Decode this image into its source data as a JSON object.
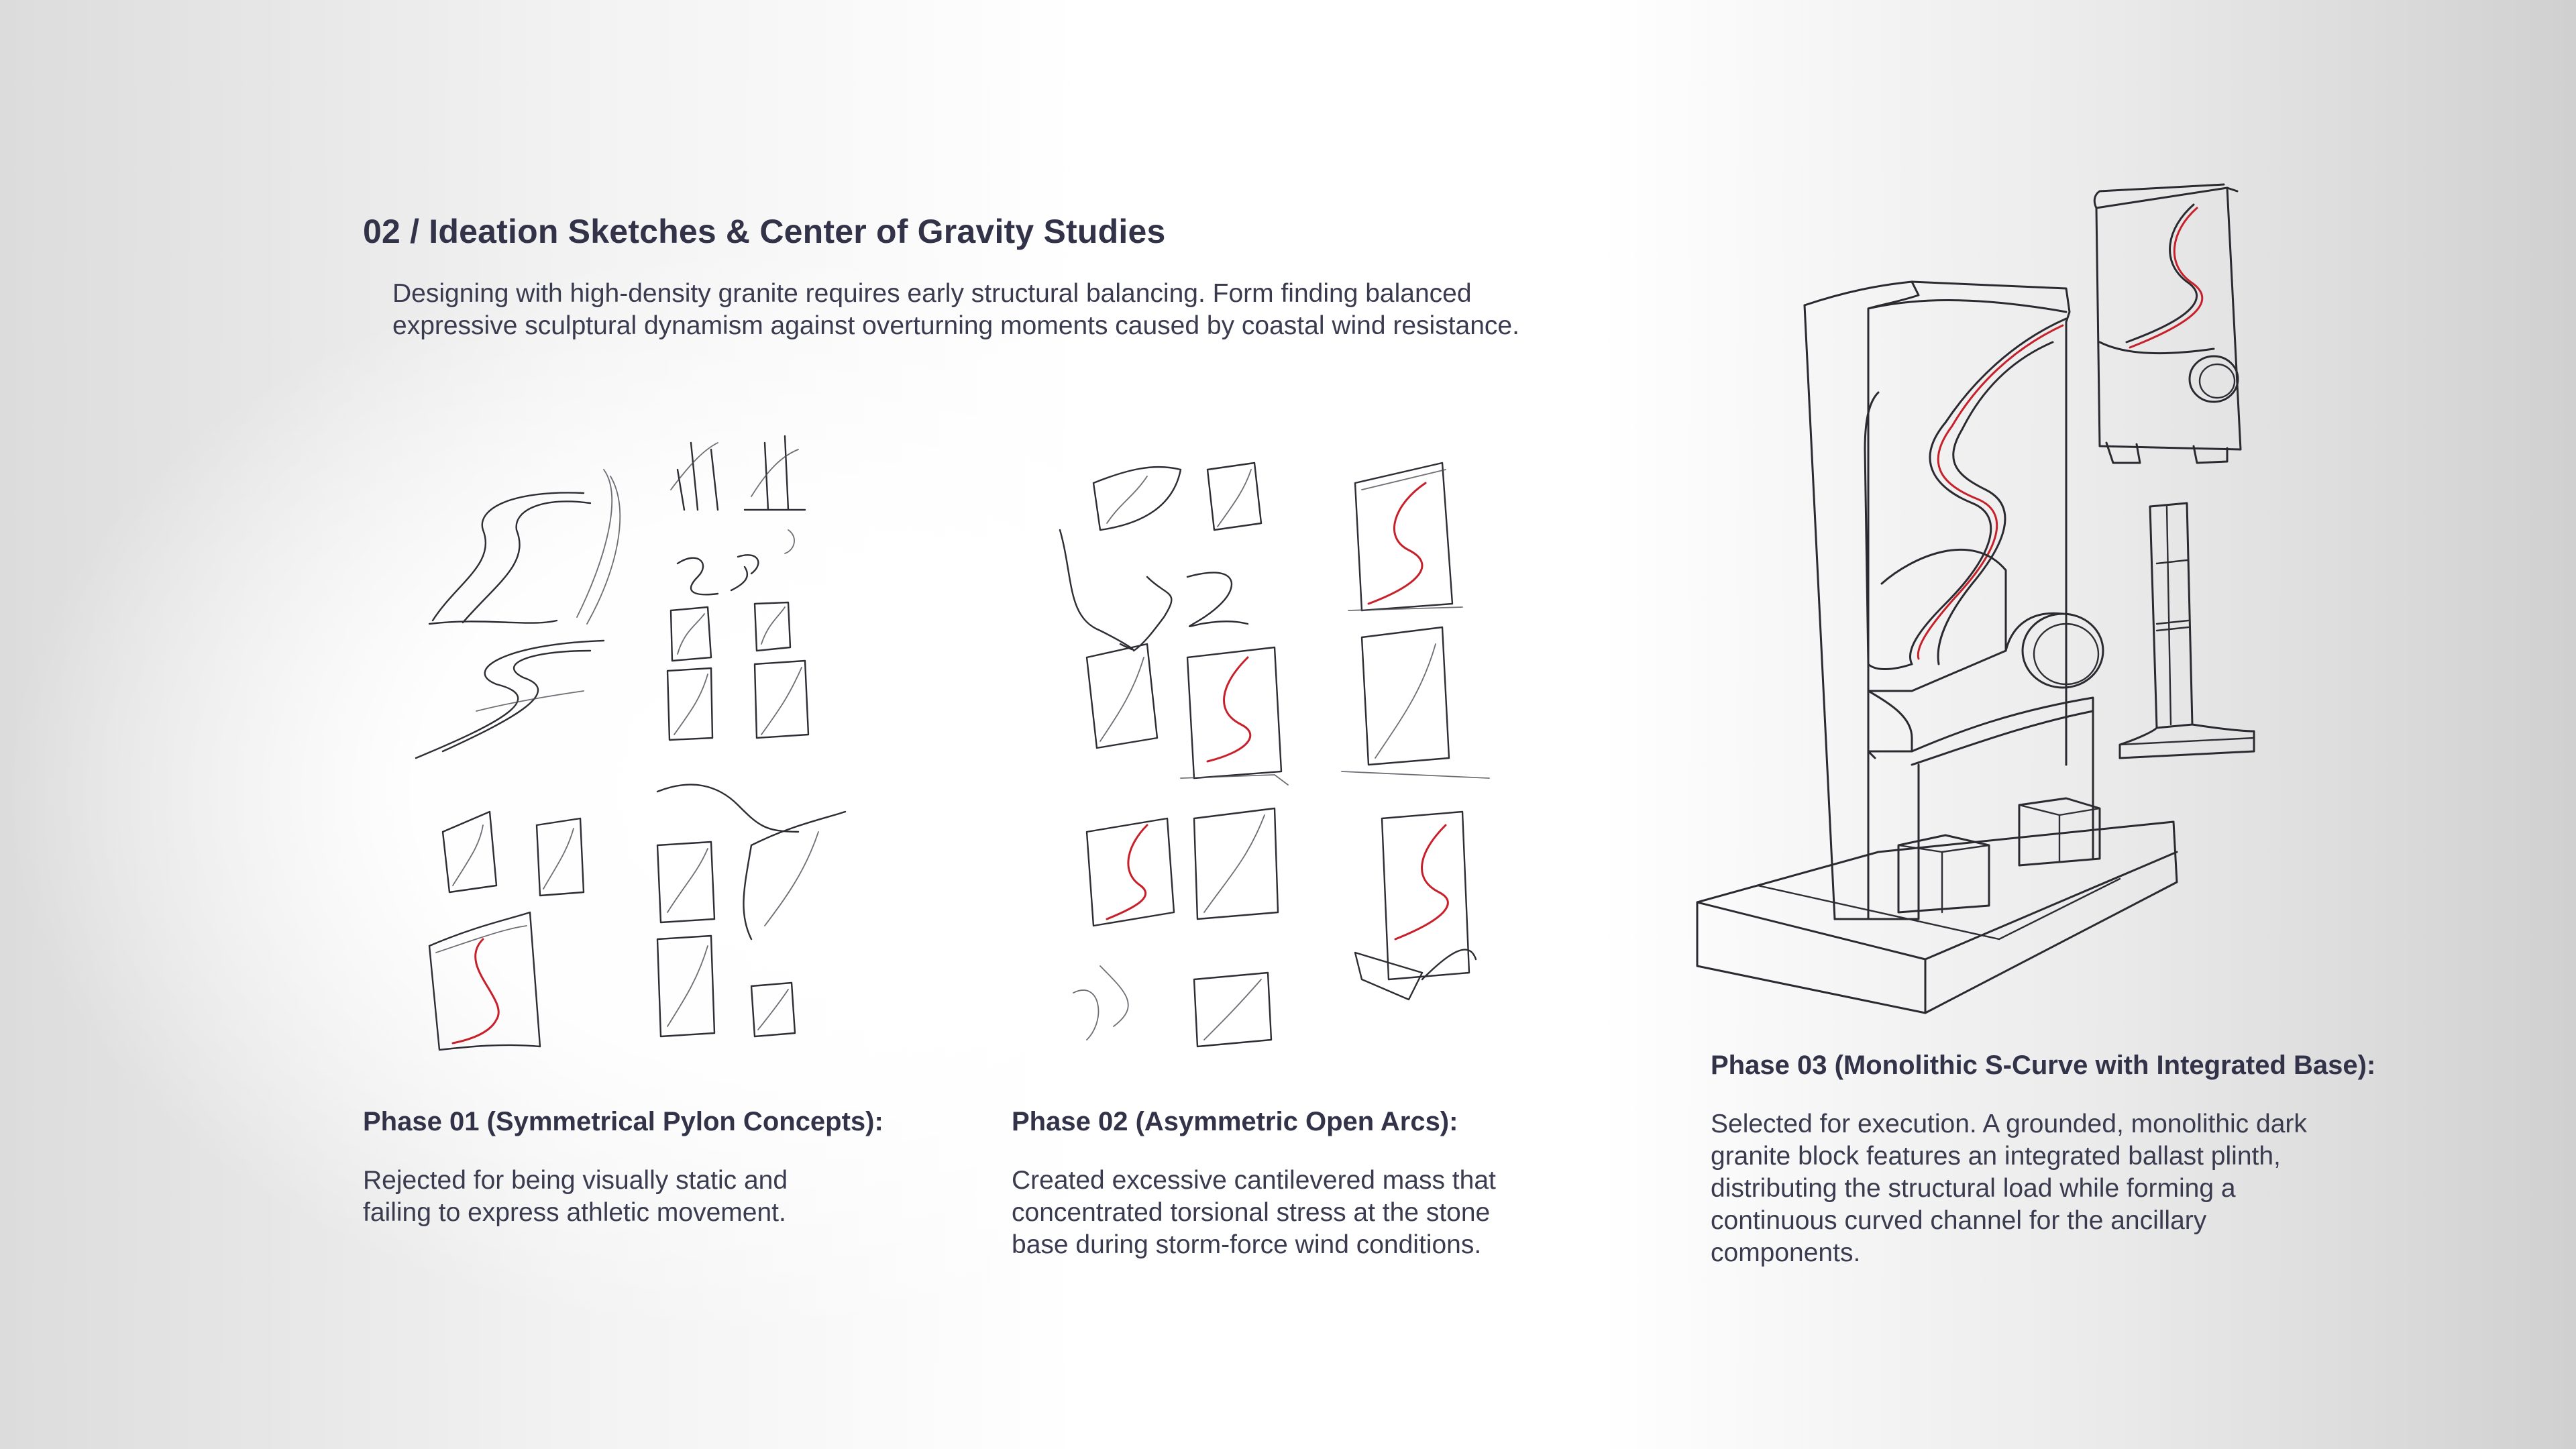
{
  "header": {
    "title": "02 / Ideation Sketches & Center of Gravity Studies",
    "intro": "Designing with high-density granite requires early structural balancing. Form finding balanced\nexpressive sculptural dynamism against overturning moments caused by coastal wind resistance."
  },
  "phases": [
    {
      "title": "Phase 01 (Symmetrical Pylon Concepts):",
      "description": "Rejected for being visually static and\nfailing to express athletic movement."
    },
    {
      "title": "Phase 02 (Asymmetric Open Arcs):",
      "description": "Created excessive cantilevered mass that\nconcentrated torsional stress at the stone\nbase during storm-force wind conditions."
    },
    {
      "title": "Phase 03 (Monolithic S-Curve with Integrated Base):",
      "description": "Selected for execution. A grounded, monolithic dark\ngranite block features an integrated ballast plinth,\ndistributing the structural load while forming a\ncontinuous curved channel for the ancillary\ncomponents."
    }
  ],
  "colors": {
    "text": "#323348",
    "accent_line": "#c8202a",
    "sketch_line": "#2d2d34"
  }
}
